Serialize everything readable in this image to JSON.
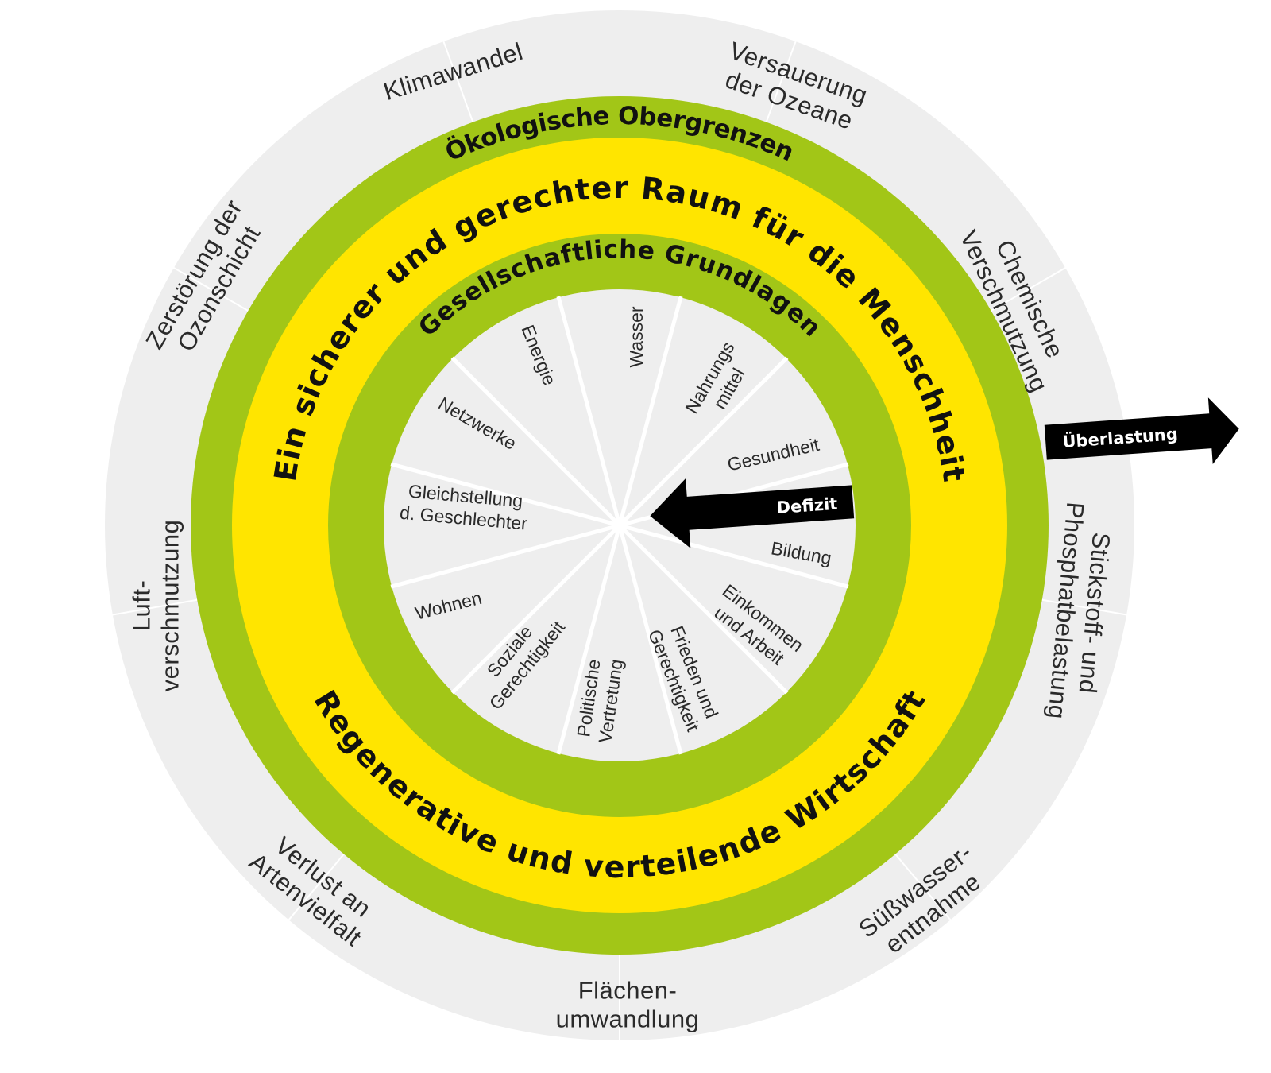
{
  "colors": {
    "outer_ring": "#eeeeee",
    "inner_disk": "#eeeeee",
    "green": "#a2c617",
    "yellow": "#ffe500",
    "separator": "#ffffff",
    "arrow": "#000000"
  },
  "ring_titles": {
    "ecological_ceiling": "Ökologische Obergrenzen",
    "safe_space": "Ein sicherer und gerechter Raum für die Menschheit",
    "social_foundation": "Gesellschaftliche Grundlagen",
    "regenerative_economy": "Regenerative und verteilende Wirtschaft"
  },
  "arrows": {
    "overshoot": "Überlastung",
    "shortfall": "Defizit"
  },
  "ecological_ceiling": [
    {
      "lines": [
        "Klimawandel"
      ]
    },
    {
      "lines": [
        "Versauerung",
        "der Ozeane"
      ]
    },
    {
      "lines": [
        "Chemische",
        "Verschmutzung"
      ]
    },
    {
      "lines": [
        "Stickstoff- und",
        "Phosphatbelastung"
      ]
    },
    {
      "lines": [
        "Süßwasser-",
        "entnahme"
      ]
    },
    {
      "lines": [
        "Flächen-",
        "umwandlung"
      ]
    },
    {
      "lines": [
        "Verlust an",
        "Artenvielfalt"
      ]
    },
    {
      "lines": [
        "Luft-",
        "verschmutzung"
      ]
    },
    {
      "lines": [
        "Zerstörung der",
        "Ozonschicht"
      ]
    }
  ],
  "social_foundation": [
    {
      "lines": [
        "Wasser"
      ]
    },
    {
      "lines": [
        "Nahrungs",
        "mittel"
      ]
    },
    {
      "lines": [
        "Gesundheit"
      ]
    },
    {
      "lines": [
        "Bildung"
      ]
    },
    {
      "lines": [
        "Einkommen",
        "und Arbeit"
      ]
    },
    {
      "lines": [
        "Frieden und",
        "Gerechtigkeit"
      ]
    },
    {
      "lines": [
        "Politische",
        "Vertretung"
      ]
    },
    {
      "lines": [
        "Soziale",
        "Gerechtigkeit"
      ]
    },
    {
      "lines": [
        "Wohnen"
      ]
    },
    {
      "lines": [
        "Gleichstellung",
        "d. Geschlechter"
      ]
    },
    {
      "lines": [
        "Netzwerke"
      ]
    },
    {
      "lines": [
        "Energie"
      ]
    }
  ]
}
